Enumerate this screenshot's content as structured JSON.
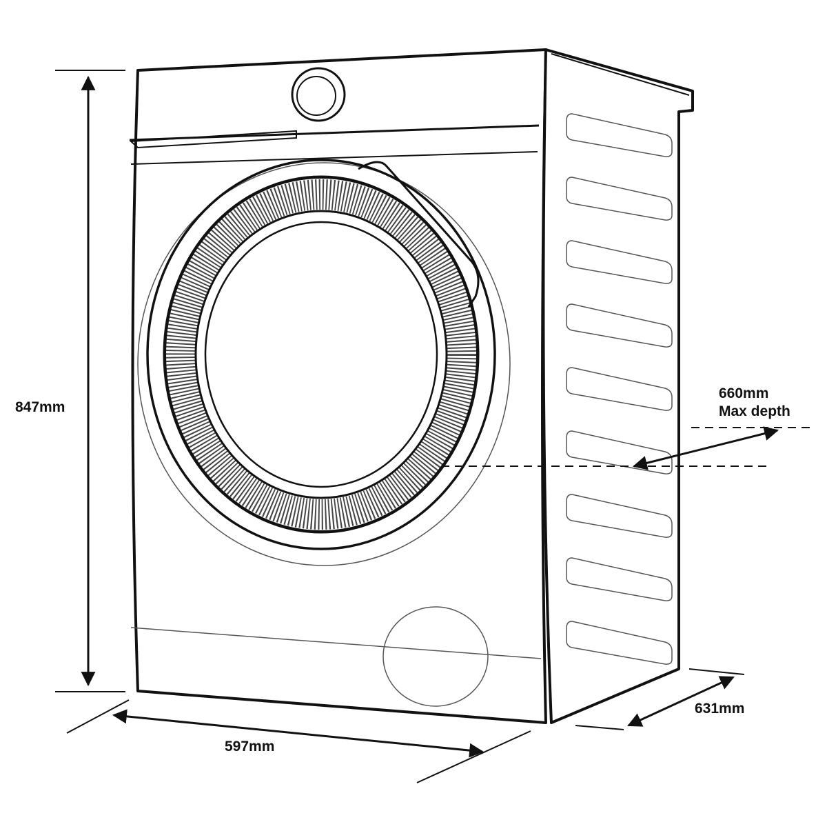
{
  "dimensions": {
    "height": "847mm",
    "width": "597mm",
    "depth": "631mm",
    "max_depth_value": "660mm",
    "max_depth_caption": "Max depth"
  },
  "colors": {
    "stroke": "#111111",
    "light_stroke": "#555555",
    "background": "#ffffff"
  }
}
